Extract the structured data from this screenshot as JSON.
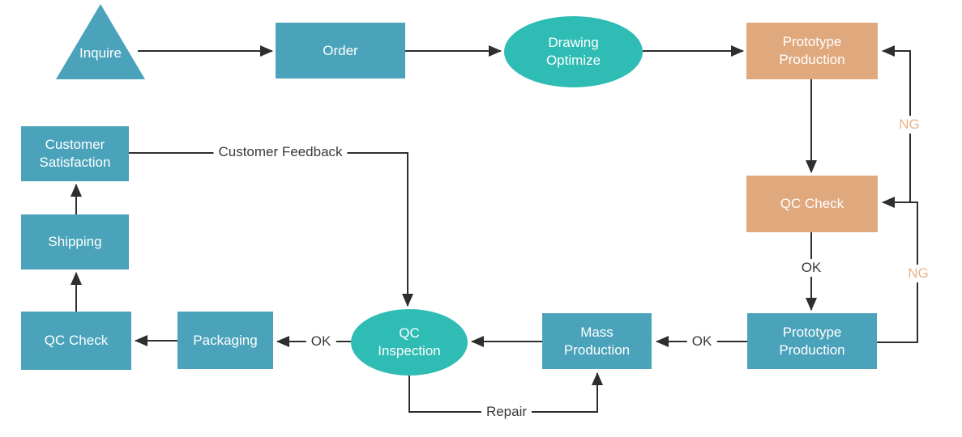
{
  "diagram": {
    "type": "flowchart",
    "colors": {
      "node_blue": "#4AA3BA",
      "node_teal": "#2EBCB4",
      "node_orange": "#E0A87D",
      "ng_label": "#E6B58A",
      "line": "#2E2E2E",
      "label_text": "#3A3A3A",
      "node_text": "#FFFFFF",
      "canvas_bg": "#FFFFFF"
    },
    "nodes": {
      "inquire": {
        "label": "Inquire",
        "shape": "triangle",
        "fill": "blue"
      },
      "order": {
        "label": "Order",
        "shape": "rectangle",
        "fill": "blue"
      },
      "drawing_optimize": {
        "label": "Drawing\nOptimize",
        "shape": "ellipse",
        "fill": "teal"
      },
      "prototype_production_top": {
        "label": "Prototype\nProduction",
        "shape": "rectangle",
        "fill": "orange"
      },
      "qc_check_right": {
        "label": "QC Check",
        "shape": "rectangle",
        "fill": "orange"
      },
      "prototype_production_bottom": {
        "label": "Prototype\nProduction",
        "shape": "rectangle",
        "fill": "blue"
      },
      "mass_production": {
        "label": "Mass\nProduction",
        "shape": "rectangle",
        "fill": "blue"
      },
      "qc_inspection": {
        "label": "QC\nInspection",
        "shape": "ellipse",
        "fill": "teal"
      },
      "packaging": {
        "label": "Packaging",
        "shape": "rectangle",
        "fill": "blue"
      },
      "qc_check_left": {
        "label": "QC Check",
        "shape": "rectangle",
        "fill": "blue"
      },
      "shipping": {
        "label": "Shipping",
        "shape": "rectangle",
        "fill": "blue"
      },
      "customer_satisfaction": {
        "label": "Customer\nSatisfaction",
        "shape": "rectangle",
        "fill": "blue"
      }
    },
    "edge_labels": {
      "ok_qc_to_prototype": "OK",
      "ok_prototype_to_mass": "OK",
      "ok_inspection_to_packaging": "OK",
      "ng_to_prototype_top": "NG",
      "ng_to_qc_check": "NG",
      "repair": "Repair",
      "customer_feedback": "Customer Feedback"
    }
  }
}
